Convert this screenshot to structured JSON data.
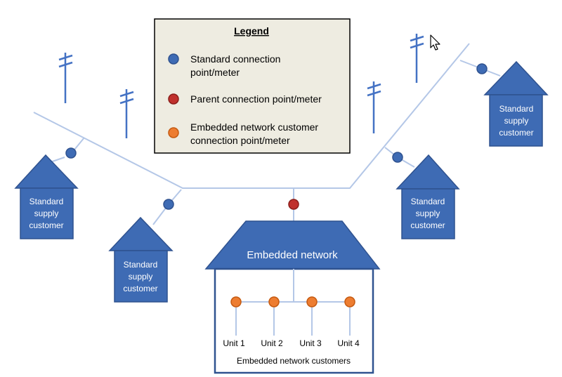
{
  "legend": {
    "title": "Legend",
    "items": [
      {
        "line1": "Standard connection",
        "line2": "point/meter",
        "color": "#3e6bb4"
      },
      {
        "line1": "Parent connection point/meter",
        "line2": "",
        "color": "#c0302c"
      },
      {
        "line1": "Embedded network customer",
        "line2": "connection point/meter",
        "color": "#ed7d31"
      }
    ],
    "background": "#eeece1"
  },
  "houses": [
    {
      "line1": "Standard",
      "line2": "supply",
      "line3": "customer"
    },
    {
      "line1": "Standard",
      "line2": "supply",
      "line3": "customer"
    },
    {
      "line1": "Standard",
      "line2": "supply",
      "line3": "customer"
    },
    {
      "line1": "Standard",
      "line2": "supply",
      "line3": "customer"
    }
  ],
  "embedded": {
    "title": "Embedded network",
    "units": [
      "Unit 1",
      "Unit 2",
      "Unit 3",
      "Unit 4"
    ],
    "caption": "Embedded network customers"
  },
  "colors": {
    "house_fill": "#3e6bb4",
    "house_stroke": "#2f528f",
    "line": "#b4c7e7",
    "pole": "#4472c4"
  },
  "icons": [
    "power-pole-icon",
    "cursor-icon"
  ]
}
